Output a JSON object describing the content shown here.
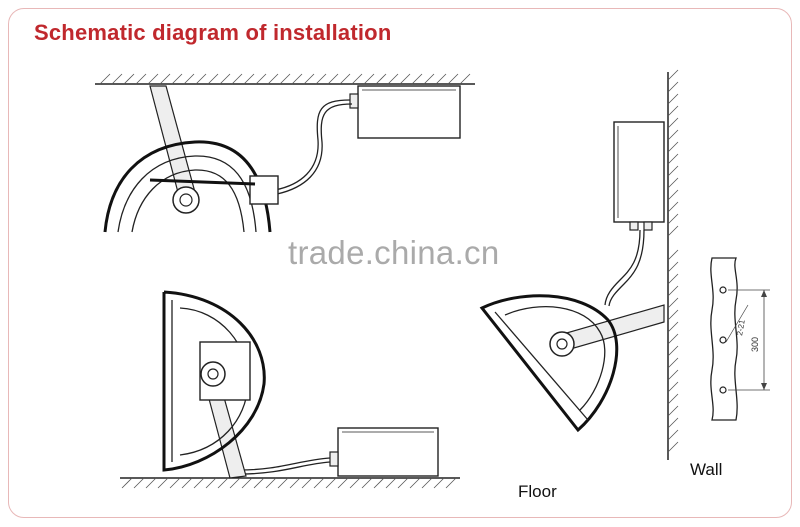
{
  "title": "Schematic diagram of installation",
  "labels": {
    "wall": "Wall",
    "floor": "Floor"
  },
  "watermark": "trade.china.cn",
  "dimensions": {
    "pitch": "2-21",
    "spacing": "300"
  },
  "colors": {
    "title": "#c0282d",
    "border": "#e8b8b8",
    "line": "#222222"
  }
}
